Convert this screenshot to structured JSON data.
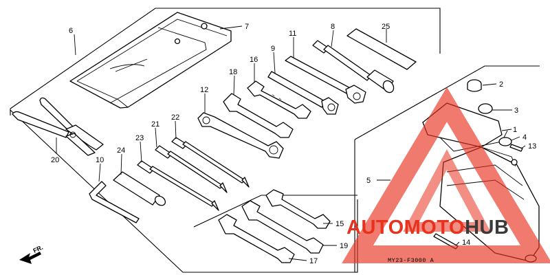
{
  "diagram": {
    "callouts": {
      "c1": "1",
      "c2": "2",
      "c3": "3",
      "c4": "4",
      "c5": "5",
      "c6": "6",
      "c7": "7",
      "c8": "8",
      "c9": "9",
      "c10": "10",
      "c11": "11",
      "c12": "12",
      "c13": "13",
      "c14": "14",
      "c15": "15",
      "c16": "16",
      "c17": "17",
      "c18": "18",
      "c19": "19",
      "c20": "20",
      "c21": "21",
      "c22": "22",
      "c23": "23",
      "c24": "24",
      "c25": "25"
    },
    "direction_label": "FR.",
    "figure_code": "MY23-F3000 A"
  },
  "watermark": {
    "text_part1": "AUTO",
    "text_part2": "MOTO",
    "text_part3": "HUB",
    "color_accent": "#e8321e",
    "color_dark": "#3a3a3a"
  }
}
